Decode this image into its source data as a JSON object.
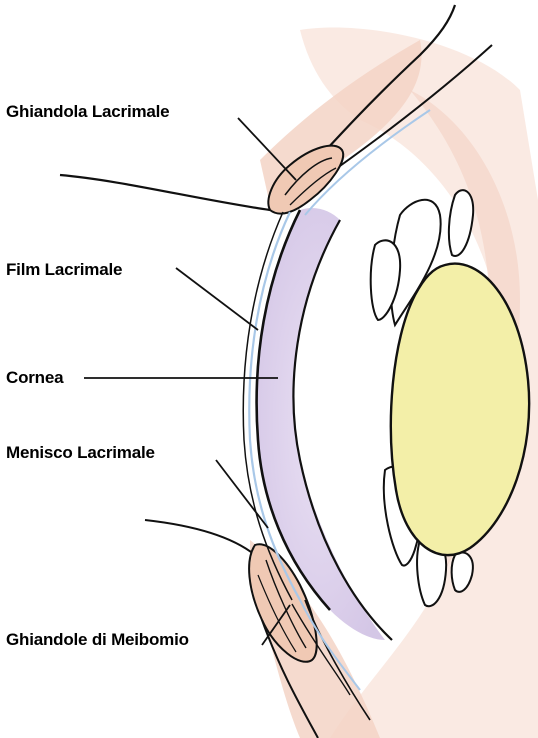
{
  "labels": {
    "lacrimal_gland": "Ghiandola Lacrimale",
    "tear_film": "Film Lacrimale",
    "cornea": "Cornea",
    "tear_meniscus": "Menisco Lacrimale",
    "meibomian_glands": "Ghiandole di Meibomio"
  },
  "colors": {
    "skin": "#f4d9cc",
    "skin_light": "#f9e6de",
    "cornea_tint": "#ddd0ec",
    "lens": "#f3efa8",
    "tear_line": "#a9c8e8",
    "outline": "#111111"
  }
}
